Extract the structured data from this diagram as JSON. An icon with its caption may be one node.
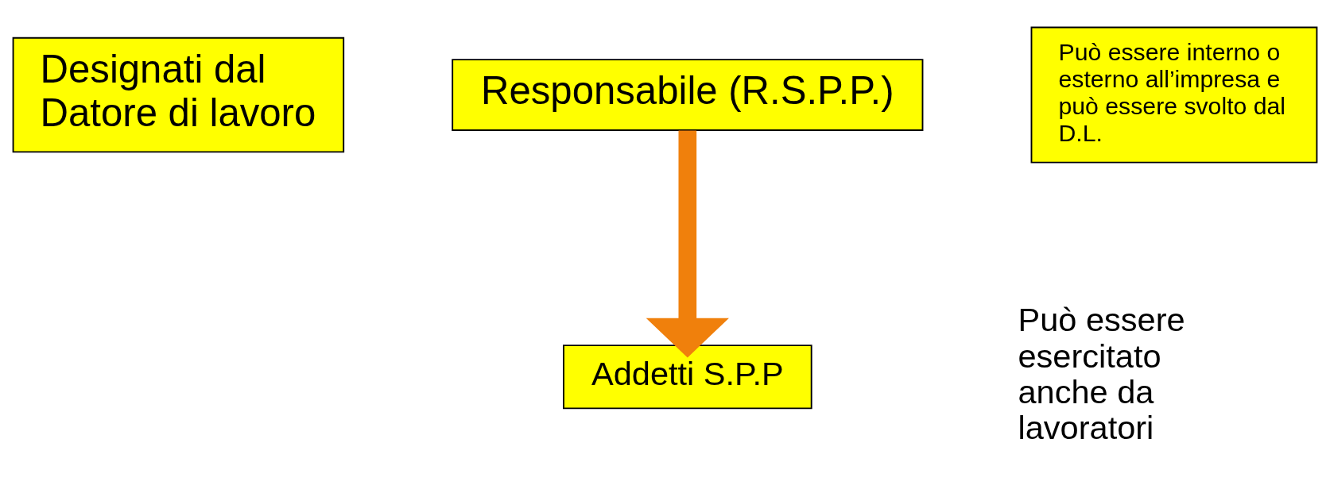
{
  "diagram": {
    "nodes": [
      {
        "text": [
          "Designati dal Datore di lavoro"
        ]
      },
      {
        "text": [
          "Responsabile (R.S.P.P.)"
        ]
      },
      {
        "text": [
          "Addetti S.P.P"
        ]
      },
      {
        "text": [
          "Può essere interno o esterno all’impresa e può essere svolto dal D.L."
        ]
      }
    ],
    "edges": [
      {
        "from": 1,
        "to": 2,
        "arrow": "to"
      }
    ],
    "labels": [
      "Può essere esercitato anche da lavoratori"
    ]
  }
}
